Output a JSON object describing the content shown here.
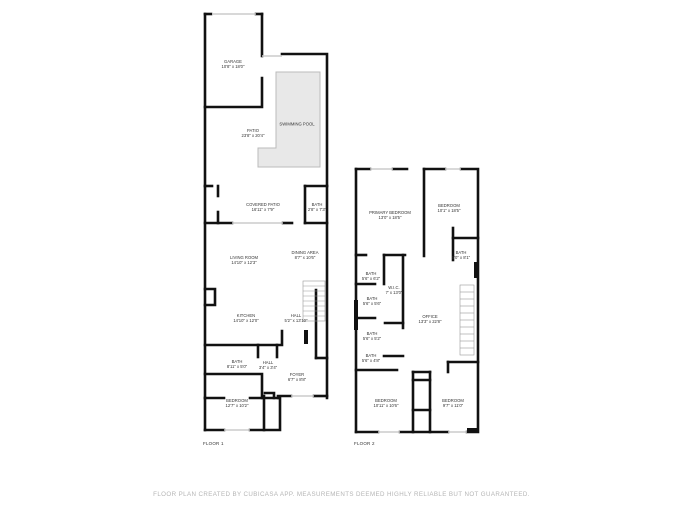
{
  "floors": [
    {
      "label": "FLOOR 1",
      "rooms": [
        {
          "name": "GARAGE",
          "dims": "10'8\" x 18'0\""
        },
        {
          "name": "SWIMMING POOL",
          "dims": ""
        },
        {
          "name": "PATIO",
          "dims": "23'8\" x 20'4\""
        },
        {
          "name": "COVERED PATIO",
          "dims": "16'11\" x 7'9\""
        },
        {
          "name": "BATH",
          "dims": "2'8\" x 7'3\""
        },
        {
          "name": "LIVING ROOM",
          "dims": "14'10\" x 12'3\""
        },
        {
          "name": "DINING AREA",
          "dims": "8'7\" x 10'6\""
        },
        {
          "name": "KITCHEN",
          "dims": "14'10\" x 12'0\""
        },
        {
          "name": "HALL",
          "dims": "5'2\" x 13'10\""
        },
        {
          "name": "BATH",
          "dims": "8'11\" x 5'0\""
        },
        {
          "name": "HALL",
          "dims": "3'4\" x 3'4\""
        },
        {
          "name": "FOYER",
          "dims": "6'7\" x 8'8\""
        },
        {
          "name": "BEDROOM",
          "dims": "12'7\" x 10'2\""
        }
      ]
    },
    {
      "label": "FLOOR 2",
      "rooms": [
        {
          "name": "PRIMARY BEDROOM",
          "dims": "13'0\" x 18'5\""
        },
        {
          "name": "BEDROOM",
          "dims": "10'1\" x 18'5\""
        },
        {
          "name": "BATH",
          "dims": "5'0\" x 8'1\""
        },
        {
          "name": "BATH",
          "dims": "5'6\" x 6'2\""
        },
        {
          "name": "W.I.C.",
          "dims": "7' x 13'0\""
        },
        {
          "name": "BATH",
          "dims": "5'6\" x 5'6\""
        },
        {
          "name": "OFFICE",
          "dims": "13'3\" x 22'8\""
        },
        {
          "name": "BATH",
          "dims": "5'6\" x 5'2\""
        },
        {
          "name": "BATH",
          "dims": "5'6\" x 4'8\""
        },
        {
          "name": "BEDROOM",
          "dims": "10'11\" x 10'6\""
        },
        {
          "name": "BEDROOM",
          "dims": "9'7\" x 11'0\""
        }
      ]
    }
  ],
  "footer": "FLOOR PLAN CREATED BY CUBICASA APP. MEASUREMENTS DEEMED HIGHLY RELIABLE BUT NOT GUARANTEED."
}
